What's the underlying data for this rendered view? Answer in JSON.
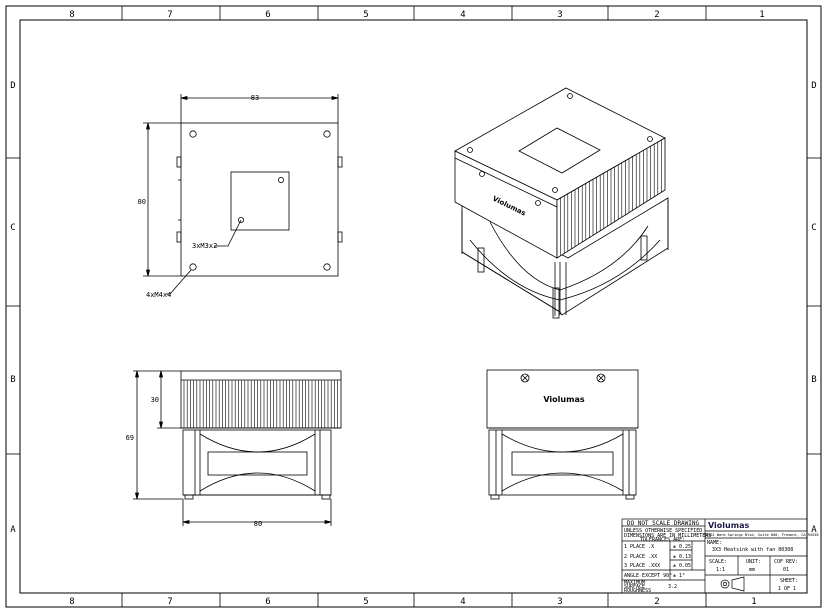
{
  "zones": {
    "columns": [
      "8",
      "7",
      "6",
      "5",
      "4",
      "3",
      "2",
      "1"
    ],
    "rows": [
      "D",
      "C",
      "B",
      "A"
    ]
  },
  "dimensions": {
    "top_width": "83",
    "top_height": "80",
    "screws_m3": "3xM3x2",
    "screws_m4": "4xM4x4",
    "front_fin_height": "30",
    "front_total_height": "69",
    "front_width": "80"
  },
  "brand": "Violumas",
  "title_block": {
    "notice": "DO NOT SCALE DRAWING",
    "spec_line1": "UNLESS OTHERWISE SPECIFIED",
    "spec_line2": "DIMENSIONS ARE IN MILLIMETERS",
    "spec_line3": "TOLERANCES ARE:",
    "tol1_label": "1 PLACE .X",
    "tol1_value": "± 0.25",
    "tol2_label": "2 PLACE .XX",
    "tol2_value": "± 0.13",
    "tol3_label": "3 PLACE .XXX",
    "tol3_value": "± 0.05",
    "angle_label": "ANGLE EXCEPT 90°",
    "angle_value": "± 1°",
    "surface_label1": "MAXIMUM",
    "surface_label2": "SURFACE",
    "surface_label3": "ROUGHNESS",
    "surface_value": "3.2",
    "address": "8561 Warm Springs Blvd, Suite 800, Fremont, CA 94538",
    "name_label": "NAME:",
    "name_value": "3X3 Heatsink with fan 80308",
    "scale_label": "SCALE:",
    "scale_value": "1:1",
    "unit_label": "UNIT:",
    "unit_value": "mm",
    "cof_label": "COF REV:",
    "cof_value": "01",
    "sheet_label": "SHEET:",
    "sheet_value": "1 OF 1"
  }
}
